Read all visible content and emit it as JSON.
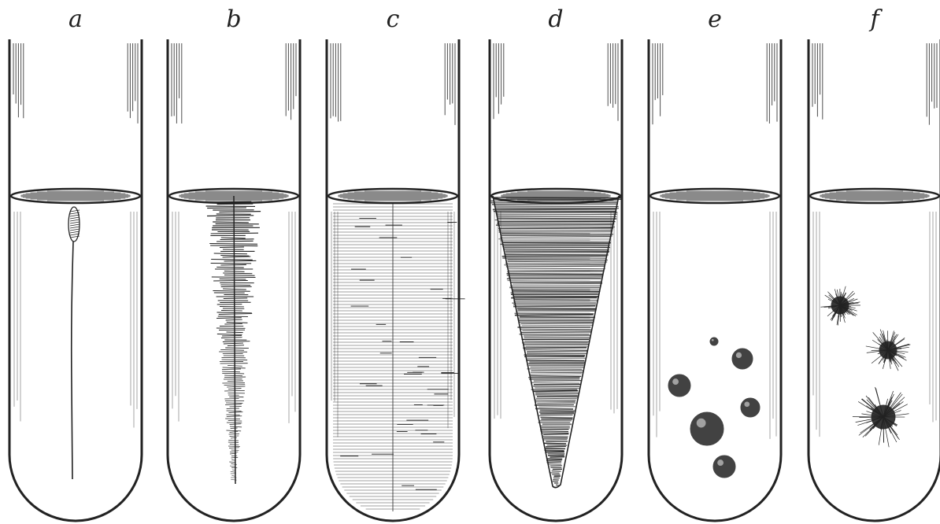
{
  "figure": {
    "tubes": [
      {
        "label": "a",
        "growth": "filiform"
      },
      {
        "label": "b",
        "growth": "arborescent"
      },
      {
        "label": "c",
        "growth": "uniform"
      },
      {
        "label": "d",
        "growth": "infundibuliform"
      },
      {
        "label": "e",
        "growth": "globular-colonies"
      },
      {
        "label": "f",
        "growth": "radiate-colonies"
      }
    ],
    "colors": {
      "ink": "#222222",
      "paper": "#ffffff"
    }
  }
}
